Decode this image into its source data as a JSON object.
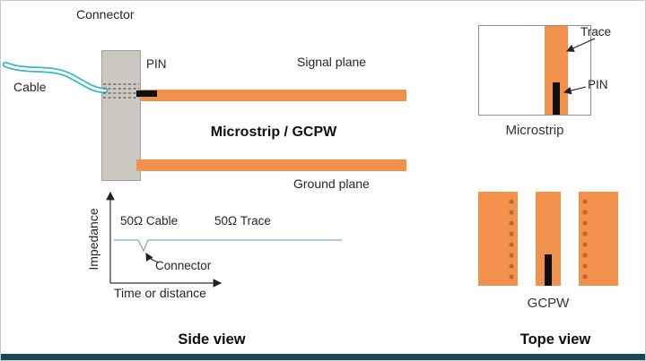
{
  "side_view": {
    "title": "Side view",
    "connector_label": "Connector",
    "cable_label": "Cable",
    "pin_label": "PIN",
    "signal_plane_label": "Signal plane",
    "substrate_label": "Microstrip / GCPW",
    "ground_plane_label": "Ground plane"
  },
  "impedance_chart": {
    "type": "line",
    "ylabel": "Impedance",
    "xlabel": "Time or distance",
    "segments": [
      {
        "label": "50Ω Cable",
        "impedance_ohms": 50
      },
      {
        "label": "50Ω Trace",
        "impedance_ohms": 50
      }
    ],
    "annotation": "Connector",
    "description": "Flat 50-ohm impedance line with a narrow downward dip at the cable-to-trace connector transition"
  },
  "top_view": {
    "title": "Tope view",
    "microstrip": {
      "caption": "Microstrip",
      "trace_label": "Trace",
      "pin_label": "PIN"
    },
    "gcpw": {
      "caption": "GCPW"
    }
  },
  "colors": {
    "copper_orange": "#f2914b",
    "via_dot": "#be6a2e",
    "cable_teal": "#35b7c6",
    "connector_gray": "#cbc8c2",
    "impedance_line": "#7fa8c8",
    "footer_bar": "#19485a"
  }
}
